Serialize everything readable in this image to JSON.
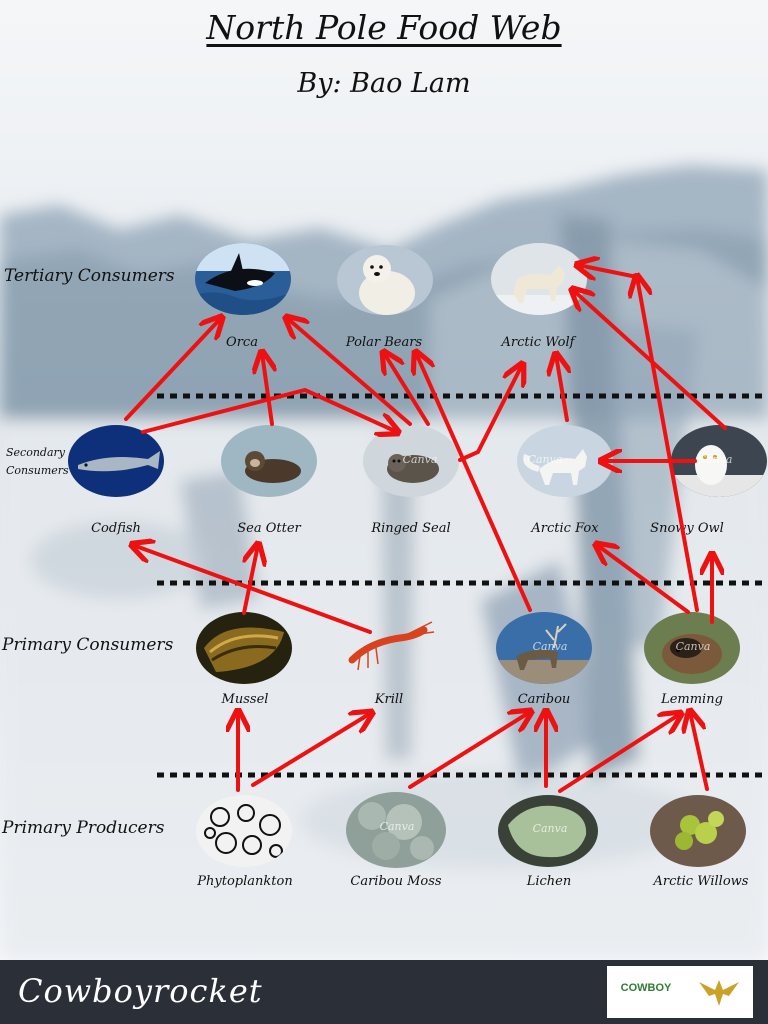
{
  "title": "North Pole Food Web",
  "author": "By: Bao Lam",
  "levels": {
    "tertiary": "Tertiary Consumers",
    "secondary_line1": "Secondary",
    "secondary_line2": "Consumers",
    "primary": "Primary Consumers",
    "producers": "Primary Producers"
  },
  "organisms": {
    "orca": "Orca",
    "polar_bears": "Polar Bears",
    "arctic_wolf": "Arctic Wolf",
    "codfish": "Codfish",
    "sea_otter": "Sea Otter",
    "ringed_seal": "Ringed Seal",
    "arctic_fox": "Arctic Fox",
    "snowy_owl": "Snowy Owl",
    "mussel": "Mussel",
    "krill": "Krill",
    "caribou": "Caribou",
    "lemming": "Lemming",
    "phytoplankton": "Phytoplankton",
    "caribou_moss": "Caribou Moss",
    "lichen": "Lichen",
    "arctic_willows": "Arctic Willows"
  },
  "watermark": "Canva",
  "footer": {
    "brand": "Cowboyrocket",
    "logo_text": "COWBOY"
  },
  "colors": {
    "arrow": "#ee1111",
    "divider": "#111111",
    "footer": "#2b3038"
  }
}
